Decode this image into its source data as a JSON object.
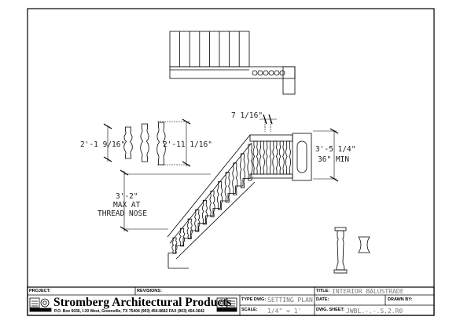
{
  "drawing": {
    "dimensions": {
      "spacing": "7 1/16\"",
      "baluster_short": "2'-1 9/16\"",
      "baluster_tall": "2'-11 1/16\"",
      "rail_height": "3'-5 1/4\"",
      "rail_min": "36\" MIN",
      "max_line1": "3'-2\"",
      "max_line2": "MAX AT",
      "max_line3": "THREAD NOSE"
    }
  },
  "title_block": {
    "project_label": "PROJECT:",
    "revisions_label": "REVISIONS:",
    "title_label": "TITLE:",
    "title_value": "INTERIOR BALUSTRADE",
    "type_label": "TYPE DWG:",
    "type_value": "SETTING PLAN",
    "scale_label": "SCALE:",
    "scale_value": "1/4\" = 1'",
    "date_label": "DATE:",
    "drawn_label": "DRAWN BY:",
    "sheet_label": "DWG. SHEET:",
    "sheet_value": "JWBL.-.-.S.2.R0",
    "company": "Stromberg Architectural Products",
    "address": "P.O. Box 6036, I-30 West, Greenville, TX 75404  (903) 454-8682  FAX (903) 454-3642"
  }
}
